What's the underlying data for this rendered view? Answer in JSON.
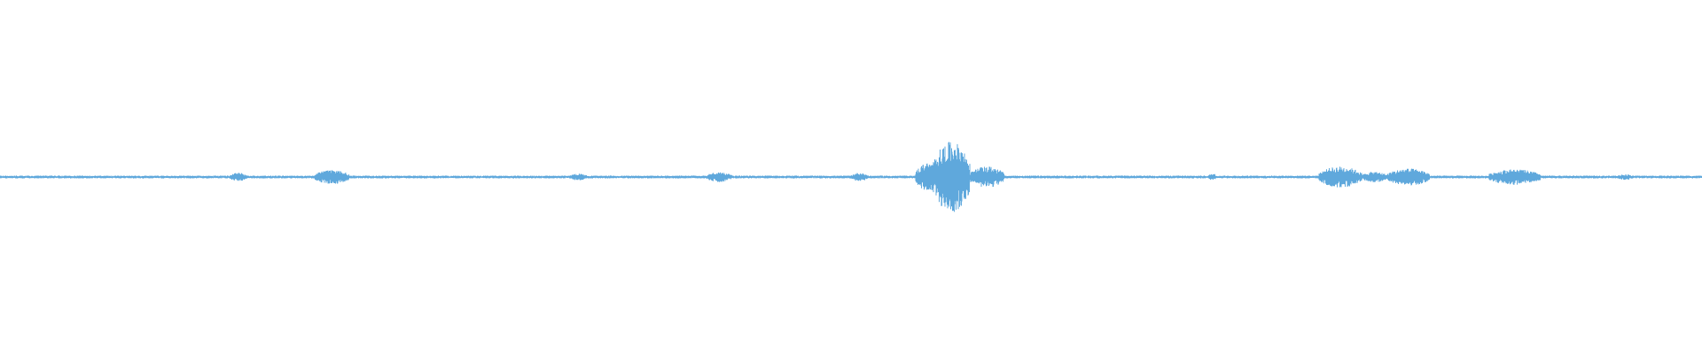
{
  "waveform": {
    "wave_color": "#5fa8dc",
    "background_color": "#ffffff",
    "baseline_amplitude": 0.004,
    "activity_regions": [
      {
        "start": 0.135,
        "end": 0.145,
        "amplitude": 0.012
      },
      {
        "start": 0.185,
        "end": 0.205,
        "amplitude": 0.02
      },
      {
        "start": 0.335,
        "end": 0.345,
        "amplitude": 0.01
      },
      {
        "start": 0.415,
        "end": 0.43,
        "amplitude": 0.014
      },
      {
        "start": 0.5,
        "end": 0.51,
        "amplitude": 0.012
      },
      {
        "start": 0.538,
        "end": 0.553,
        "amplitude": 0.04
      },
      {
        "start": 0.548,
        "end": 0.57,
        "amplitude": 0.1
      },
      {
        "start": 0.57,
        "end": 0.59,
        "amplitude": 0.03
      },
      {
        "start": 0.71,
        "end": 0.715,
        "amplitude": 0.01
      },
      {
        "start": 0.775,
        "end": 0.8,
        "amplitude": 0.03
      },
      {
        "start": 0.8,
        "end": 0.815,
        "amplitude": 0.015
      },
      {
        "start": 0.815,
        "end": 0.84,
        "amplitude": 0.024
      },
      {
        "start": 0.875,
        "end": 0.905,
        "amplitude": 0.022
      },
      {
        "start": 0.95,
        "end": 0.96,
        "amplitude": 0.008
      }
    ]
  }
}
